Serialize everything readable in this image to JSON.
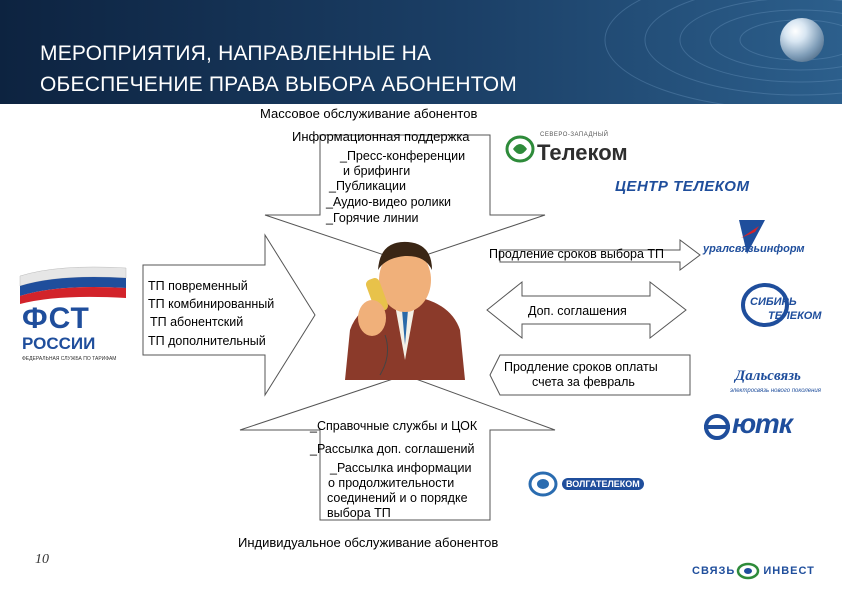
{
  "header": {
    "title_line1": "МЕРОПРИЯТИЯ, НАПРАВЛЕННЫЕ НА",
    "title_line2": "ОБЕСПЕЧЕНИЕ ПРАВА ВЫБОРА АБОНЕНТОМ"
  },
  "diagram": {
    "top_heading": "Массовое обслуживание абонентов",
    "top_arrow": {
      "title": "Информационная поддержка",
      "items": [
        "_Пресс-конференции",
        "и брифинги",
        "_Публикации",
        "_Аудио-видео ролики",
        "_Горячие линии"
      ]
    },
    "left_arrow": {
      "items": [
        "ТП повременный",
        "ТП комбинированный",
        "ТП абонентский",
        "ТП дополнительный"
      ]
    },
    "right_items": {
      "extension_choice": "Продление сроков выбора ТП",
      "agreements": "Доп. соглашения",
      "extension_payment_line1": "Продление сроков оплаты",
      "extension_payment_line2": "счета за февраль"
    },
    "bottom_arrow": {
      "items": [
        "_Справочные службы и ЦОК",
        "_Рассылка доп. соглашений",
        "_Рассылка информации",
        "о продолжительности",
        "соединений и о порядке",
        "выбора ТП"
      ]
    },
    "bottom_heading": "Индивидуальное обслуживание абонентов"
  },
  "logos": {
    "fst_main": "ФСТ",
    "fst_sub": "РОССИИ",
    "fst_caption": "ФЕДЕРАЛЬНАЯ СЛУЖБА ПО ТАРИФАМ",
    "nw_small": "СЕВЕРО-ЗАПАДНЫЙ",
    "nw_main": "Телеком",
    "center": "ЦЕНТР ТЕЛЕКОМ",
    "ural": "уралсвязьинформ",
    "sibir_line1": "СИБИРЬ",
    "sibir_line2": "ТЕЛЕКОМ",
    "dalsvyaz": "Дальсвязь",
    "dalsvyaz_sub": "электросвязь нового поколения",
    "utk": "ютк",
    "volga": "ВОЛГАТЕЛЕКОМ",
    "svyazinvest": "СВЯЗЬ ИНВЕСТ"
  },
  "page_number": "10",
  "colors": {
    "header_dark": "#0d2340",
    "header_light": "#2c5f8c",
    "logo_blue": "#1f4e9c",
    "logo_red": "#d2232a",
    "nw_green": "#2e8b3a"
  }
}
